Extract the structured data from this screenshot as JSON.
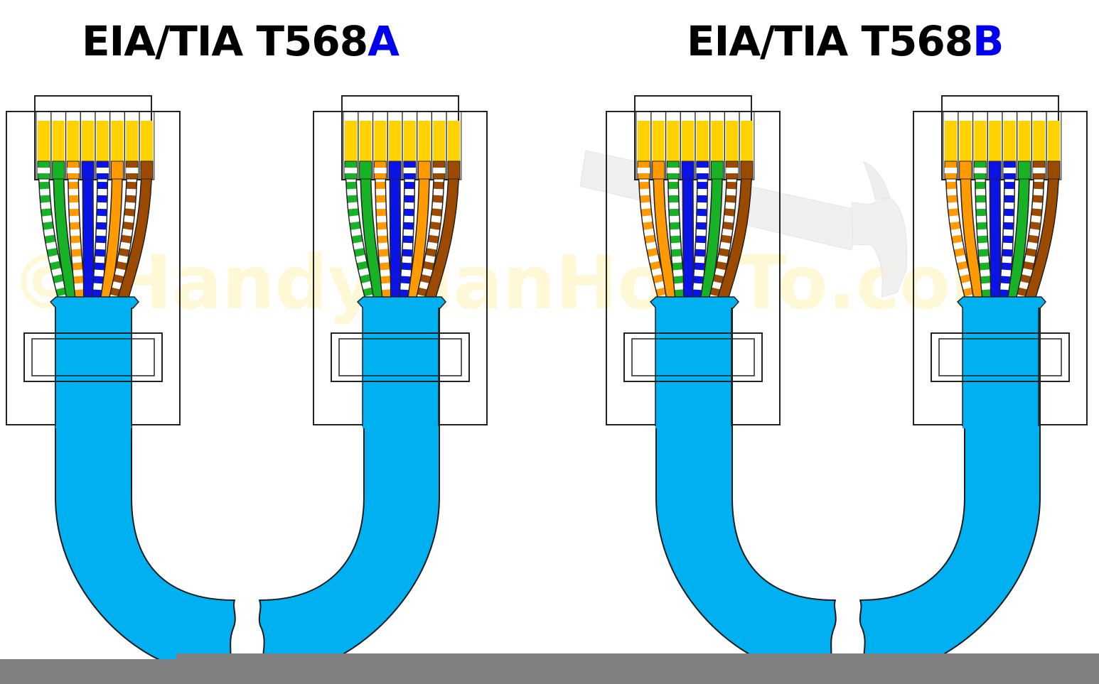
{
  "titles": {
    "a": {
      "prefix": "EIA/TIA T568",
      "suffix": "A"
    },
    "b": {
      "prefix": "EIA/TIA T568",
      "suffix": "B"
    }
  },
  "watermark": "© HandymanHowTo.com",
  "colors": {
    "cable_jacket": "#00b0f0",
    "contact_gold": "#ffd200",
    "accent_letter": "#0000ee",
    "bottom_bar": "#808080"
  },
  "wire_colors": {
    "green": "#17b226",
    "orange": "#ff9a00",
    "blue": "#0a14e6",
    "brown": "#9b4a00"
  },
  "wiring": {
    "T568A": [
      "white-green",
      "green",
      "white-orange",
      "blue",
      "white-blue",
      "orange",
      "white-brown",
      "brown"
    ],
    "T568B": [
      "white-orange",
      "orange",
      "white-green",
      "blue",
      "white-blue",
      "green",
      "white-brown",
      "brown"
    ]
  },
  "connectors": [
    {
      "id": "a-left",
      "standard": "T568A"
    },
    {
      "id": "a-right",
      "standard": "T568A"
    },
    {
      "id": "b-left",
      "standard": "T568B"
    },
    {
      "id": "b-right",
      "standard": "T568B"
    }
  ],
  "icons": [
    "hammer-icon"
  ]
}
